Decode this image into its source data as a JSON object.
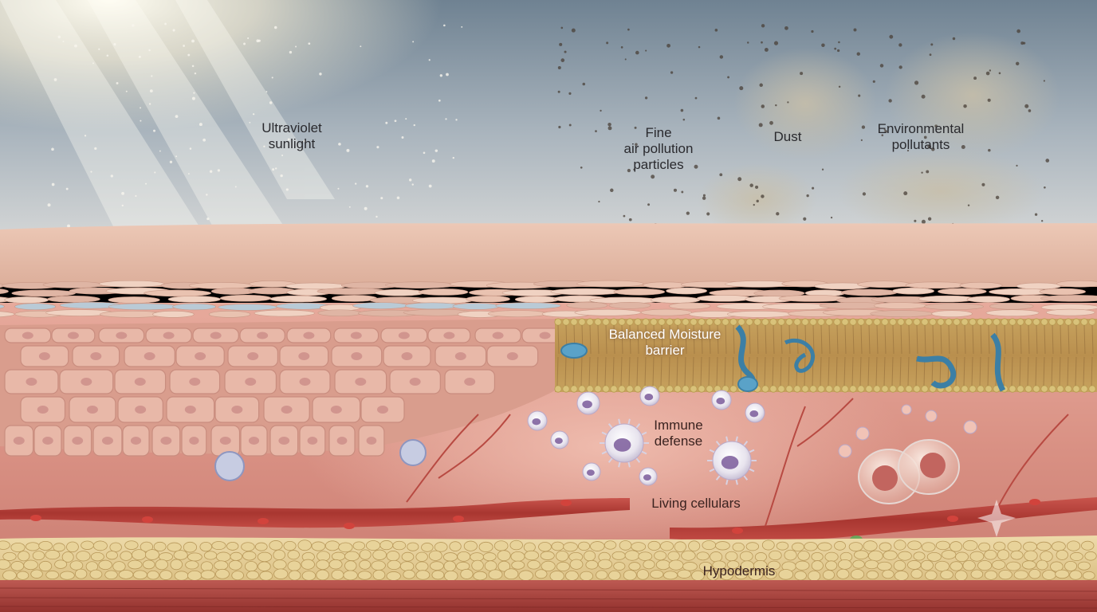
{
  "labels": {
    "uv": "Ultraviolet\nsunlight",
    "fine": "Fine\nair pollution\nparticles",
    "dust": "Dust",
    "env": "Environmental\npollutants",
    "barrier": "Balanced Moisture\nbarrier",
    "immune": "Immune\ndefense",
    "living": "Living cellulars",
    "hypo": "Hypodermis"
  },
  "colors": {
    "sky_top": "#7d8e9e",
    "sky_bottom": "#c9d0d6",
    "skin_surface": "#e6c1ae",
    "cell": "#e8b8a8",
    "nucleus": "#c98a86",
    "dermis": "#d9948a",
    "vessel": "#b8403c",
    "fat": "#e8d39a",
    "lipid_head": "#d9c27a",
    "protein": "#5ba3c9",
    "muscle": "#a9433f"
  },
  "icons": [
    "sparkle-icon"
  ]
}
